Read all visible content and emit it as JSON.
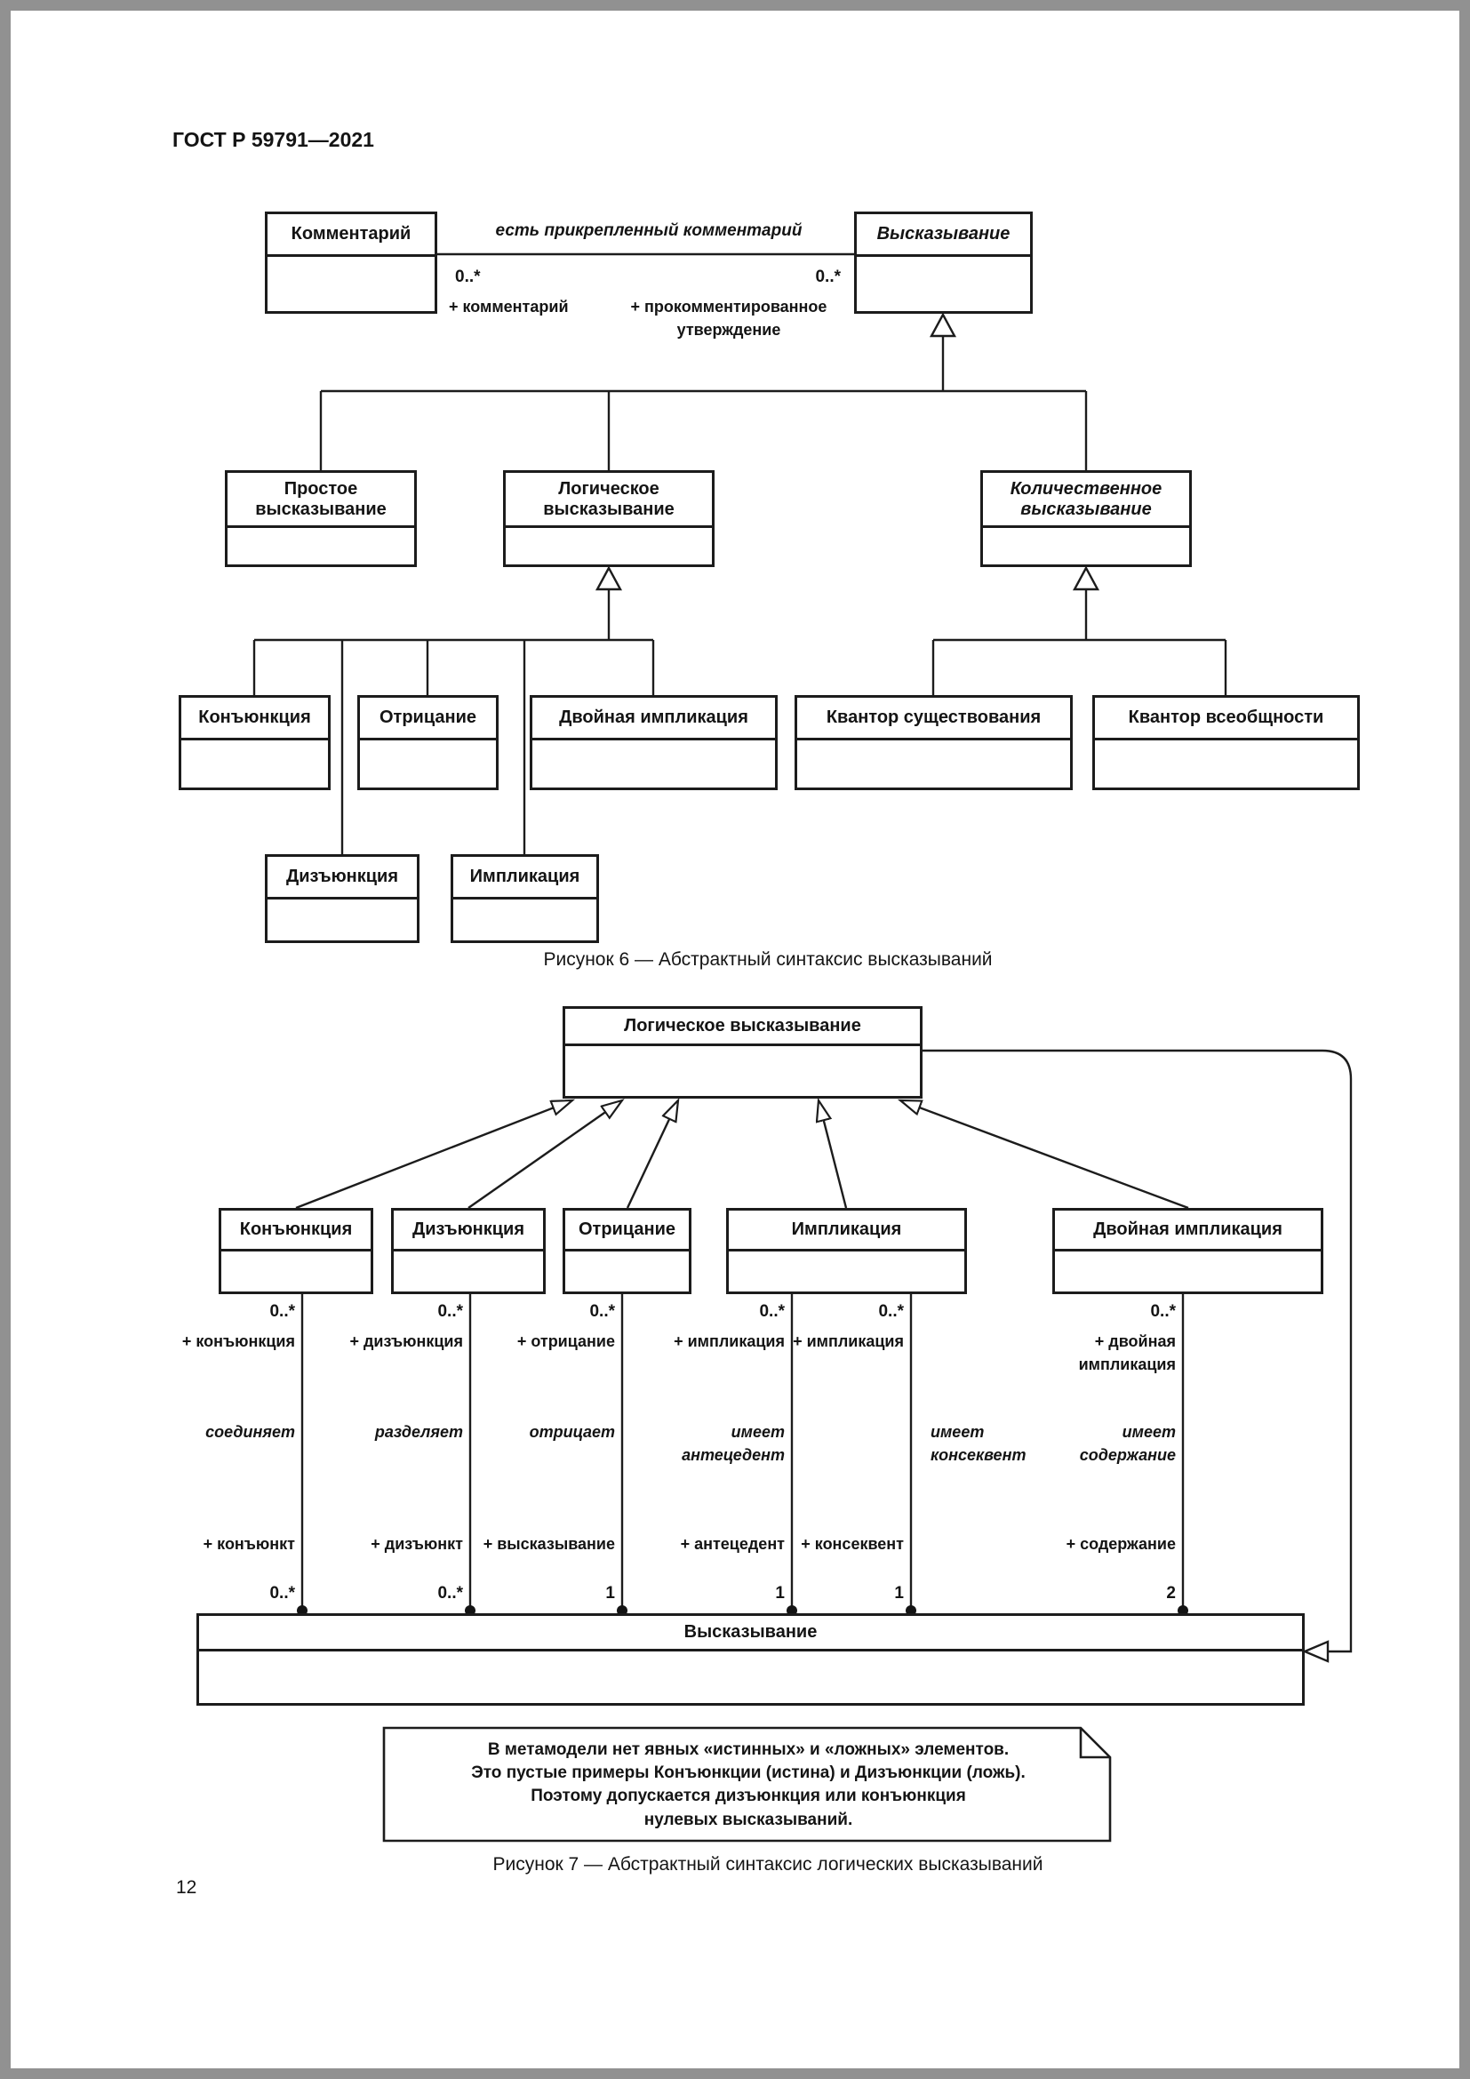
{
  "page": {
    "header": "ГОСТ Р 59791—2021",
    "number": "12"
  },
  "fig6": {
    "caption": "Рисунок 6 — Абстрактный синтаксис высказываний",
    "comment": "Комментарий",
    "statement": "Высказывание",
    "assoc_name": "есть прикрепленный комментарий",
    "mult_left": "0..*",
    "mult_right": "0..*",
    "role_left": "+ комментарий",
    "role_right": "+ прокомментированное\nутверждение",
    "simple": "Простое\nвысказывание",
    "logical": "Логическое\nвысказывание",
    "quantitative": "Количественное\nвысказывание",
    "conjunction": "Конъюнкция",
    "negation": "Отрицание",
    "double_implication": "Двойная импликация",
    "existential_quantifier": "Квантор существования",
    "universal_quantifier": "Квантор всеобщности",
    "disjunction": "Дизъюнкция",
    "implication": "Импликация"
  },
  "fig7": {
    "caption": "Рисунок 7 — Абстрактный синтаксис логических высказываний",
    "parent": "Логическое высказывание",
    "statement": "Высказывание",
    "children": [
      "Конъюнкция",
      "Дизъюнкция",
      "Отрицание",
      "Импликация",
      "Двойная импликация"
    ],
    "assocs": [
      {
        "top_mult": "0..*",
        "top_role": "+ конъюнкция",
        "name": "соединяет",
        "bottom_role": "+ конъюнкт",
        "bottom_mult": "0..*"
      },
      {
        "top_mult": "0..*",
        "top_role": "+ дизъюнкция",
        "name": "разделяет",
        "bottom_role": "+ дизъюнкт",
        "bottom_mult": "0..*"
      },
      {
        "top_mult": "0..*",
        "top_role": "+ отрицание",
        "name": "отрицает",
        "bottom_role": "+ высказывание",
        "bottom_mult": "1"
      },
      {
        "top_mult": "0..*",
        "top_role": "+ импликация",
        "name": "имеет\nантецедент",
        "bottom_role": "+ антецедент",
        "bottom_mult": "1"
      },
      {
        "top_mult": "0..*",
        "top_role": "+ импликация",
        "name": "имеет\nконсеквент",
        "bottom_role": "+ консеквент",
        "bottom_mult": "1"
      },
      {
        "top_mult": "0..*",
        "top_role": "+ двойная\nимпликация",
        "name": "имеет\nсодержание",
        "bottom_role": "+ содержание",
        "bottom_mult": "2"
      }
    ],
    "note": "В метамодели нет явных «истинных» и «ложных» элементов.\nЭто пустые примеры Конъюнкции (истина) и Дизъюнкции (ложь).\nПоэтому допускается дизъюнкция или конъюнкция\nнулевых высказываний."
  }
}
